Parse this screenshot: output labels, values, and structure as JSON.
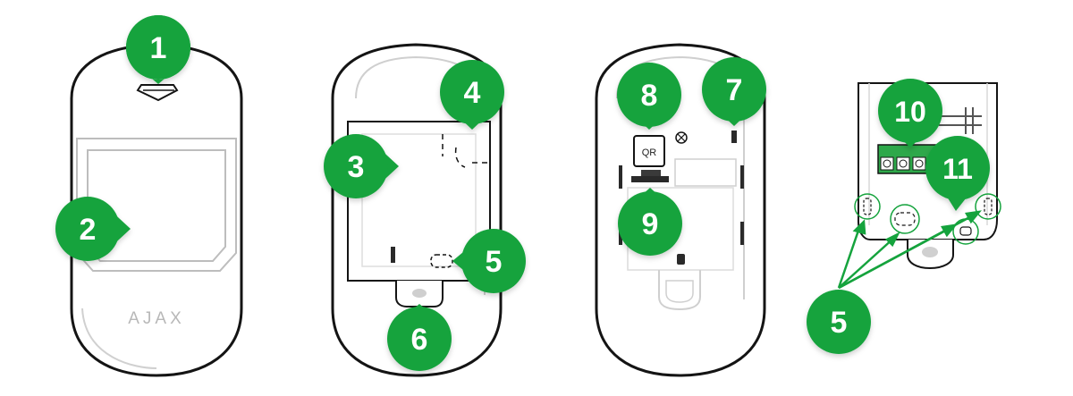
{
  "colors": {
    "callout": "#15a33d",
    "outline": "#141414",
    "gray_line": "#bdbdbd",
    "terminal": "#2ea84a",
    "background": "#ffffff"
  },
  "device_front": {
    "logo": "AJAX"
  },
  "device_back": {
    "qr_label": "QR"
  },
  "callouts": {
    "c1": "1",
    "c2": "2",
    "c3": "3",
    "c4": "4",
    "c5a": "5",
    "c6": "6",
    "c7": "7",
    "c8": "8",
    "c9": "9",
    "c10": "10",
    "c11": "11",
    "c5b": "5"
  }
}
